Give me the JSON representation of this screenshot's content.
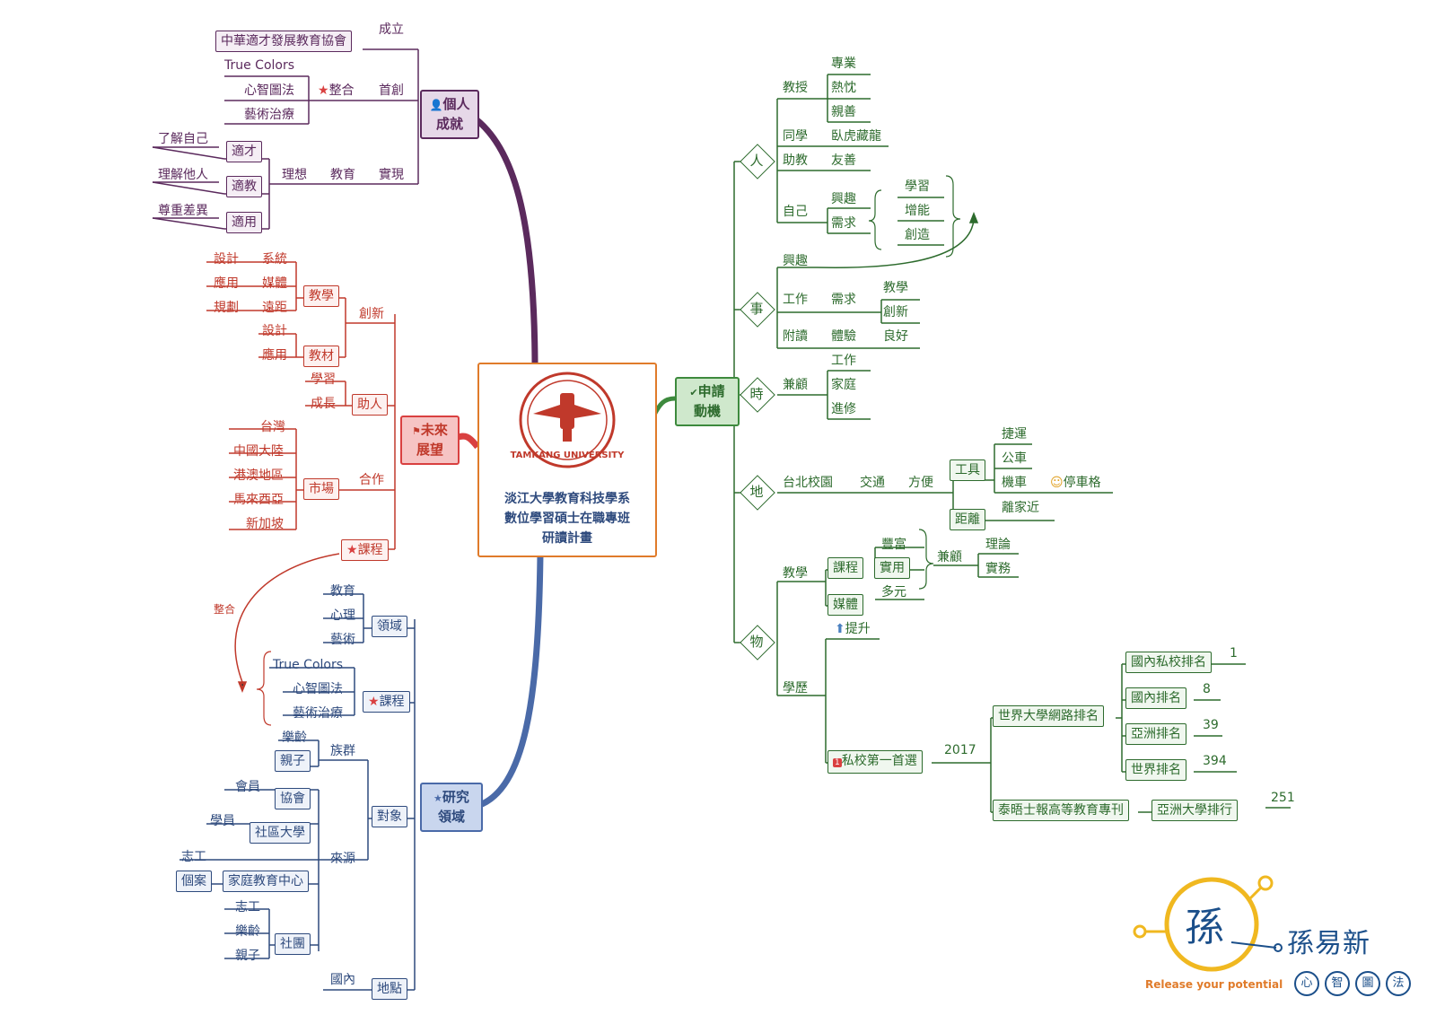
{
  "center": {
    "line1": "淡江大學教育科技學系",
    "line2": "數位學習碩士在職專班",
    "line3": "研讀計畫",
    "seal_text": "TAMKANG UNIVERSITY"
  },
  "branches": {
    "personal": {
      "title1": "個人",
      "title2": "成就",
      "icon": "person-icon",
      "color": "#5b2a5d",
      "established": "成立",
      "association": "中華適才發展教育協會",
      "true_colors": "True Colors",
      "mindmap": "心智圖法",
      "art_therapy": "藝術治療",
      "integrate": "整合",
      "first_create": "首創",
      "realize": "實現",
      "ideal": "理想",
      "education": "教育",
      "fit_talent": "適才",
      "fit_teach": "適教",
      "fit_use": "適用",
      "know_self": "了解自己",
      "know_others": "理解他人",
      "respect_diff": "尊重差異"
    },
    "future": {
      "title1": "未來",
      "title2": "展望",
      "icon": "flag-icon",
      "color": "#c0392b",
      "innovate": "創新",
      "teaching": "教學",
      "design": "設計",
      "system": "系統",
      "apply": "應用",
      "media": "媒體",
      "plan": "規劃",
      "remote": "遠距",
      "material": "教材",
      "design2": "設計",
      "apply2": "應用",
      "assist": "助人",
      "learn": "學習",
      "grow": "成長",
      "cooperate": "合作",
      "market": "市場",
      "taiwan": "台灣",
      "china": "中國大陸",
      "hkmo": "港澳地區",
      "malaysia": "馬來西亞",
      "singapore": "新加坡",
      "course": "課程",
      "integrate": "整合",
      "dot": "·"
    },
    "research": {
      "title1": "研究",
      "title2": "領域",
      "icon": "star-icon",
      "color": "#2e4a7d",
      "domain": "領域",
      "edu": "教育",
      "psych": "心理",
      "art": "藝術",
      "course": "課程",
      "true_colors": "True Colors",
      "mindmap": "心智圖法",
      "art_therapy": "藝術治療",
      "target": "對象",
      "ethnic": "族群",
      "senior": "樂齡",
      "parent_child": "親子",
      "source": "來源",
      "member": "會員",
      "association": "協會",
      "student": "學員",
      "community_college": "社區大學",
      "volunteer": "志工",
      "case": "個案",
      "family_center": "家庭教育中心",
      "volunteer2": "志工",
      "senior2": "樂齡",
      "parent_child2": "親子",
      "group": "社團",
      "location": "地點",
      "domestic": "國內"
    },
    "motivation": {
      "title1": "申請",
      "title2": "動機",
      "icon": "check-icon",
      "color": "#2d6b2d",
      "people": "人",
      "professor": "教授",
      "pro": "專業",
      "passion": "熱忱",
      "kind": "親善",
      "classmate": "同學",
      "talent": "臥虎藏龍",
      "ta": "助教",
      "friendly": "友善",
      "self": "自己",
      "interest": "興趣",
      "need": "需求",
      "study": "學習",
      "boost": "增能",
      "create": "創造",
      "things": "事",
      "interest2": "興趣",
      "work": "工作",
      "need2": "需求",
      "teach": "教學",
      "innovate": "創新",
      "attached": "附讀",
      "experience": "體驗",
      "good": "良好",
      "time": "時",
      "both": "兼顧",
      "job": "工作",
      "family": "家庭",
      "further": "進修",
      "place": "地",
      "taipei": "台北校園",
      "traffic": "交通",
      "convenient": "方便",
      "tools": "工具",
      "mrt": "捷運",
      "bus": "公車",
      "scooter": "機車",
      "parking": "停車格",
      "distance": "距離",
      "near_home": "離家近",
      "objects": "物",
      "teaching": "教學",
      "course": "課程",
      "rich": "豐富",
      "practical": "實用",
      "both2": "兼顧",
      "theory": "理論",
      "practice": "實務",
      "media": "媒體",
      "diverse": "多元",
      "improve": "提升",
      "degree": "學歷",
      "private_first": "私校第一首選",
      "year": "2017",
      "web_rank": "世界大學網路排名",
      "domestic_private": "國內私校排名",
      "r1": "1",
      "domestic_rank": "國內排名",
      "r2": "8",
      "asia_rank": "亞洲排名",
      "r3": "39",
      "world_rank": "世界排名",
      "r4": "394",
      "the": "泰晤士報高等教育專刊",
      "asia_uni": "亞洲大學排行",
      "r5": "251"
    }
  },
  "logo": {
    "name": "孫易新",
    "tagline": "Release your potential",
    "chars": [
      "心",
      "智",
      "圖",
      "法"
    ]
  }
}
